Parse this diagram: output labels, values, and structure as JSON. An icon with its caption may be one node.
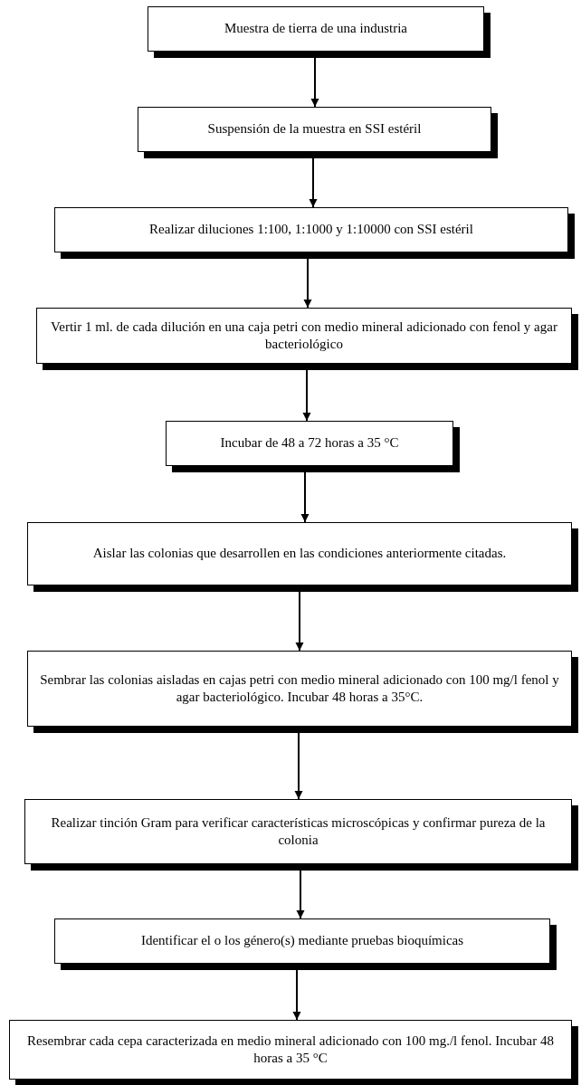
{
  "diagram": {
    "nodes": [
      {
        "text": [
          "Muestra de tierra de una industria"
        ]
      },
      {
        "text": [
          "Suspensión de la muestra en SSI estéril"
        ]
      },
      {
        "text": [
          "Realizar diluciones 1:100, 1:1000 y 1:10000 con SSI estéril"
        ]
      },
      {
        "text": [
          "Vertir 1 ml. de cada dilución en una caja petri con medio mineral adicionado con fenol y agar bacteriológico"
        ]
      },
      {
        "text": [
          "Incubar de 48 a 72 horas a 35 °C"
        ]
      },
      {
        "text": [
          "Aislar las colonias que desarrollen en las condiciones anteriormente citadas."
        ]
      },
      {
        "text": [
          "Sembrar las colonias aisladas en cajas petri con medio mineral adicionado con 100 mg/l fenol y agar bacteriológico. Incubar 48 horas a 35°C."
        ]
      },
      {
        "text": [
          "Realizar tinción Gram para verificar características microscópicas y confirmar pureza de la colonia"
        ]
      },
      {
        "text": [
          "Identificar el o los género(s) mediante pruebas bioquímicas"
        ]
      },
      {
        "text": [
          "Resembrar cada cepa caracterizada en medio mineral adicionado con 100 mg./l fenol.  Incubar 48 horas a 35 °C"
        ]
      }
    ],
    "edges": [
      {
        "from": 0,
        "to": 1,
        "arrow": "to"
      },
      {
        "from": 1,
        "to": 2,
        "arrow": "to"
      },
      {
        "from": 2,
        "to": 3,
        "arrow": "to"
      },
      {
        "from": 3,
        "to": 4,
        "arrow": "to"
      },
      {
        "from": 4,
        "to": 5,
        "arrow": "to"
      },
      {
        "from": 5,
        "to": 6,
        "arrow": "to"
      },
      {
        "from": 6,
        "to": 7,
        "arrow": "to"
      },
      {
        "from": 7,
        "to": 8,
        "arrow": "to"
      },
      {
        "from": 8,
        "to": 9,
        "arrow": "to"
      }
    ]
  }
}
